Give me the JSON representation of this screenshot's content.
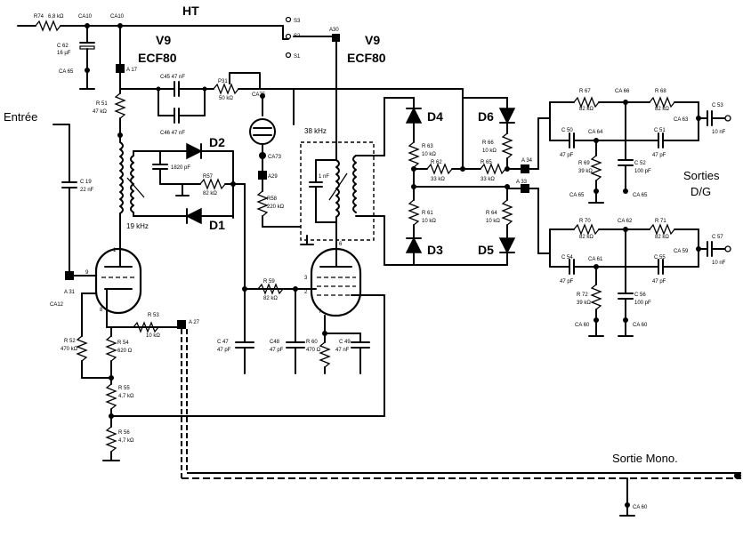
{
  "labels": {
    "ht": "HT",
    "entree": "Entrée",
    "v9_left": "V9",
    "ecf80_left": "ECF80",
    "v9_right": "V9",
    "ecf80_right": "ECF80",
    "d1": "D1",
    "d2": "D2",
    "d3": "D3",
    "d4": "D4",
    "d5": "D5",
    "d6": "D6",
    "freq_19": "19 kHz",
    "freq_38": "38 kHz",
    "sorties": "Sorties",
    "dg": "D/G",
    "sortie_mono": "Sortie Mono."
  },
  "components": {
    "r74": "R74",
    "r74_val": "6,8 kΩ",
    "ca10a": "CA10",
    "ca10b": "CA10",
    "c62": "C 62",
    "c62_val": "16 µF",
    "ca65a": "CA 65",
    "s3": "S3",
    "s2": "S2",
    "s1": "S1",
    "a30": "A30",
    "a17": "A 17",
    "r51": "R 51",
    "r51_val": "47 kΩ",
    "c45": "C45 47 nF",
    "c46": "C46 47 nF",
    "p31": "P31",
    "p31_val": "50 kΩ",
    "ca75": "CA75",
    "ca73": "CA73",
    "a29": "A29",
    "r58": "R58",
    "r58_val": "220 kΩ",
    "c_1820": "1820 pF",
    "r57": "R57",
    "r57_val": "82 kΩ",
    "c_1nf": "1 nF",
    "c19": "C 19",
    "c19_val": "22 nF",
    "a31": "A 31",
    "ca12": "CA12",
    "r52": "R 52",
    "r52_val": "470 kΩ",
    "r54": "R 54",
    "r54_val": "620 Ω",
    "r53": "R 53",
    "r53_val": "10 kΩ",
    "a27": "A 27",
    "r55": "R 55",
    "r55_val": "4,7 kΩ",
    "r56": "R 56",
    "r56_val": "4,7 kΩ",
    "r59": "R 59",
    "r59_val": "82 kΩ",
    "c47": "C 47",
    "c47_val": "47 pF",
    "c48": "C48",
    "c48_val": "47 pF",
    "r60": "R 60",
    "r60_val": "470 Ω",
    "c49": "C 49",
    "c49_val": "47 nF",
    "r63": "R 63",
    "r63_val": "10 kΩ",
    "r62": "R 62",
    "r62_val": "33 kΩ",
    "r61": "R 61",
    "r61_val": "10 kΩ",
    "r65": "R 65",
    "r65_val": "33 kΩ",
    "r66": "R 66",
    "r66_val": "10 kΩ",
    "r64": "R 64",
    "r64_val": "10 kΩ",
    "a34": "A 34",
    "a33": "A 33",
    "r67": "R 67",
    "r67_val": "82 kΩ",
    "ca66": "CA 66",
    "r68": "R 68",
    "r68_val": "82 kΩ",
    "ca63": "CA 63",
    "c53": "C 53",
    "c53_val": "10 nF",
    "c50": "C 50",
    "c50_val": "47 pF",
    "ca64": "CA 64",
    "c51": "C 51",
    "c51_val": "47 pF",
    "r69": "R 69",
    "r69_val": "39 kΩ",
    "c52": "C 52",
    "c52_val": "100 pF",
    "ca65b": "CA 65",
    "ca65c": "CA 65",
    "r70": "R 70",
    "r70_val": "82 kΩ",
    "ca62": "CA 62",
    "r71": "R 71",
    "r71_val": "82 kΩ",
    "ca59": "CA 59",
    "c57": "C 57",
    "c57_val": "10 nF",
    "c54": "C 54",
    "c54_val": "47 pF",
    "ca61": "CA 61",
    "c55": "C 55",
    "c55_val": "47 pF",
    "r72": "R 72",
    "r72_val": "39 kΩ",
    "c56": "C 56",
    "c56_val": "100 pF",
    "ca60a": "CA 60",
    "ca60b": "CA 60",
    "ca60c": "CA 60"
  },
  "pins": {
    "p1": "1",
    "p9": "9",
    "p8": "8",
    "p6": "6",
    "p3": "3",
    "p2": "2",
    "p7": "7"
  }
}
